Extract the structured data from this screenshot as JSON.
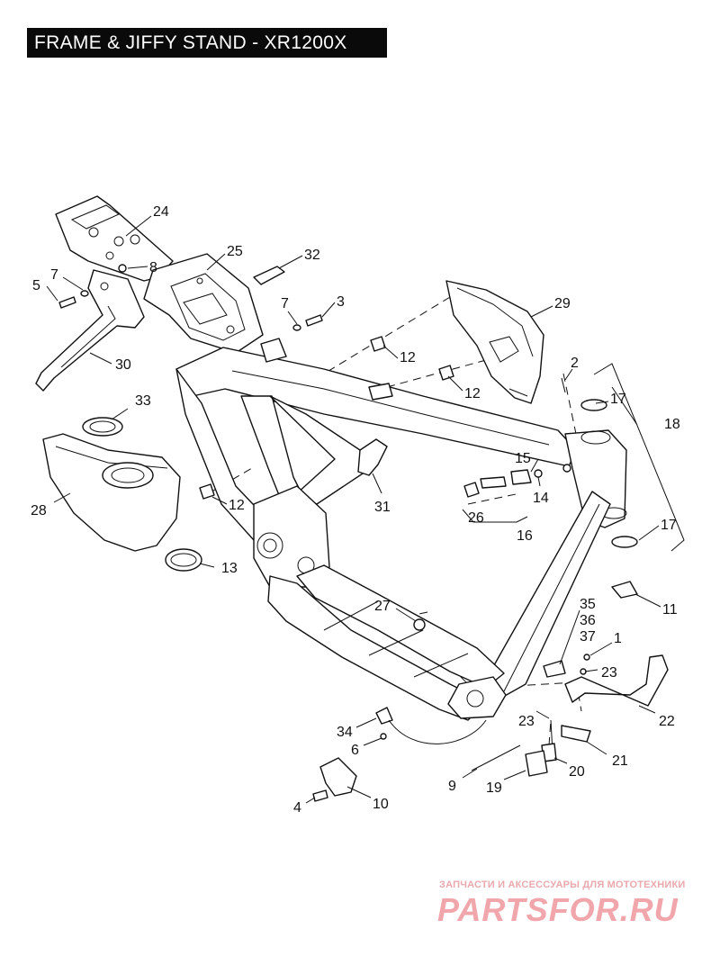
{
  "title": "FRAME & JIFFY STAND - XR1200X",
  "watermark": {
    "tagline": "ЗАПЧАСТИ И АКСЕССУАРЫ ДЛЯ МОТОТЕХНИКИ",
    "logo": "PARTSFOR.RU"
  },
  "callouts": [
    {
      "id": "c24",
      "label": "24"
    },
    {
      "id": "c25",
      "label": "25"
    },
    {
      "id": "c32",
      "label": "32"
    },
    {
      "id": "c8",
      "label": "8"
    },
    {
      "id": "c7a",
      "label": "7"
    },
    {
      "id": "c5",
      "label": "5"
    },
    {
      "id": "c7b",
      "label": "7"
    },
    {
      "id": "c3",
      "label": "3"
    },
    {
      "id": "c29",
      "label": "29"
    },
    {
      "id": "c30",
      "label": "30"
    },
    {
      "id": "c12a",
      "label": "12"
    },
    {
      "id": "c12b",
      "label": "12"
    },
    {
      "id": "c2",
      "label": "2"
    },
    {
      "id": "c17a",
      "label": "17"
    },
    {
      "id": "c18",
      "label": "18"
    },
    {
      "id": "c33",
      "label": "33"
    },
    {
      "id": "c15",
      "label": "15"
    },
    {
      "id": "c28",
      "label": "28"
    },
    {
      "id": "c12c",
      "label": "12"
    },
    {
      "id": "c14",
      "label": "14"
    },
    {
      "id": "c31",
      "label": "31"
    },
    {
      "id": "c26",
      "label": "26"
    },
    {
      "id": "c17b",
      "label": "17"
    },
    {
      "id": "c16",
      "label": "16"
    },
    {
      "id": "c13",
      "label": "13"
    },
    {
      "id": "c11",
      "label": "11"
    },
    {
      "id": "c27",
      "label": "27"
    },
    {
      "id": "c35",
      "label": "35"
    },
    {
      "id": "c36",
      "label": "36"
    },
    {
      "id": "c37",
      "label": "37"
    },
    {
      "id": "c1",
      "label": "1"
    },
    {
      "id": "c23a",
      "label": "23"
    },
    {
      "id": "c23b",
      "label": "23"
    },
    {
      "id": "c22",
      "label": "22"
    },
    {
      "id": "c34",
      "label": "34"
    },
    {
      "id": "c6",
      "label": "6"
    },
    {
      "id": "c21",
      "label": "21"
    },
    {
      "id": "c20",
      "label": "20"
    },
    {
      "id": "c9",
      "label": "9"
    },
    {
      "id": "c19",
      "label": "19"
    },
    {
      "id": "c4",
      "label": "4"
    },
    {
      "id": "c10",
      "label": "10"
    }
  ]
}
